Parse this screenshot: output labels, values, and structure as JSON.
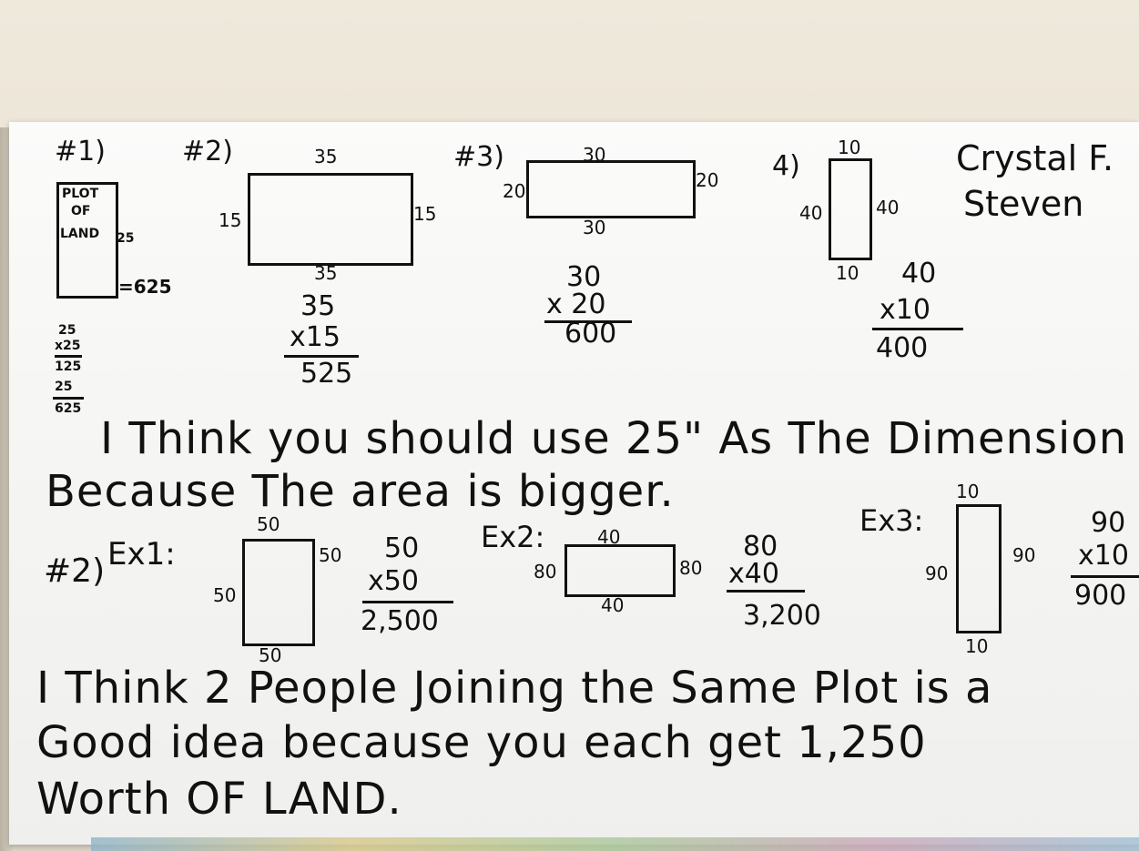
{
  "labels": {
    "p1": "#1)",
    "p2": "#2)",
    "p3": "#3)",
    "p4": "4)",
    "names": [
      "Crystal F.",
      "Steven"
    ]
  },
  "plot1": {
    "box_text": [
      "PLOT",
      "OF",
      "LAND"
    ],
    "side": "25",
    "area": "=625",
    "calc": [
      "25",
      "x25",
      "125",
      "25",
      "625"
    ]
  },
  "plot2": {
    "top": "35",
    "bottom": "35",
    "left": "15",
    "right": "15",
    "calc": [
      "35",
      "x15",
      "525"
    ]
  },
  "plot3": {
    "top": "30",
    "bottom": "30",
    "left": "20",
    "right": "20",
    "calc": [
      "30",
      "x 20",
      "600"
    ]
  },
  "plot4": {
    "top": "10",
    "bottom": "10",
    "left": "40",
    "right": "40",
    "calc": [
      "40",
      "x10",
      "400"
    ]
  },
  "sentence1": [
    "I Think you should use 25\" As The Dimension",
    "Because The area is bigger."
  ],
  "part2": {
    "label": "#2)",
    "ex1": {
      "label": "Ex1:",
      "top": "50",
      "bottom": "50",
      "left": "50",
      "right": "50",
      "calc": [
        "50",
        "x50",
        "2,500"
      ]
    },
    "ex2": {
      "label": "Ex2:",
      "top": "40",
      "bottom": "40",
      "left": "80",
      "right": "80",
      "calc": [
        "80",
        "x40",
        "3,200"
      ]
    },
    "ex3": {
      "label": "Ex3:",
      "top": "10",
      "bottom": "10",
      "left": "90",
      "right": "90",
      "calc": [
        "90",
        "x10",
        "900"
      ]
    }
  },
  "sentence2": [
    "I Think 2 People Joining the Same Plot is a",
    "Good idea because you each get 1,250",
    "Worth OF LAND."
  ],
  "colors": {
    "ink": "#111111",
    "paper": "#f6f6f4",
    "wall": "#e9e3d6"
  }
}
